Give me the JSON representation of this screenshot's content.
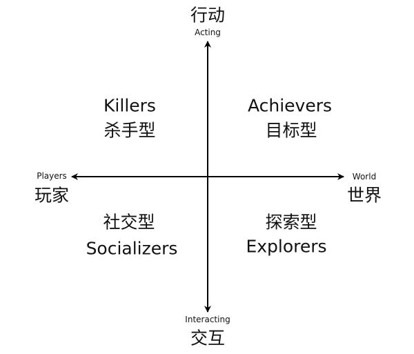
{
  "axes": {
    "top": {
      "cn": "行动",
      "en": "Acting"
    },
    "bottom": {
      "cn": "交互",
      "en": "Interacting"
    },
    "left": {
      "cn": "玩家",
      "en": "Players"
    },
    "right": {
      "cn": "世界",
      "en": "World"
    }
  },
  "quadrants": {
    "top_left": {
      "en": "Killers",
      "cn": "杀手型"
    },
    "top_right": {
      "en": "Achievers",
      "cn": "目标型"
    },
    "bottom_left": {
      "en": "Socializers",
      "cn": "社交型"
    },
    "bottom_right": {
      "en": "Explorers",
      "cn": "探索型"
    }
  }
}
